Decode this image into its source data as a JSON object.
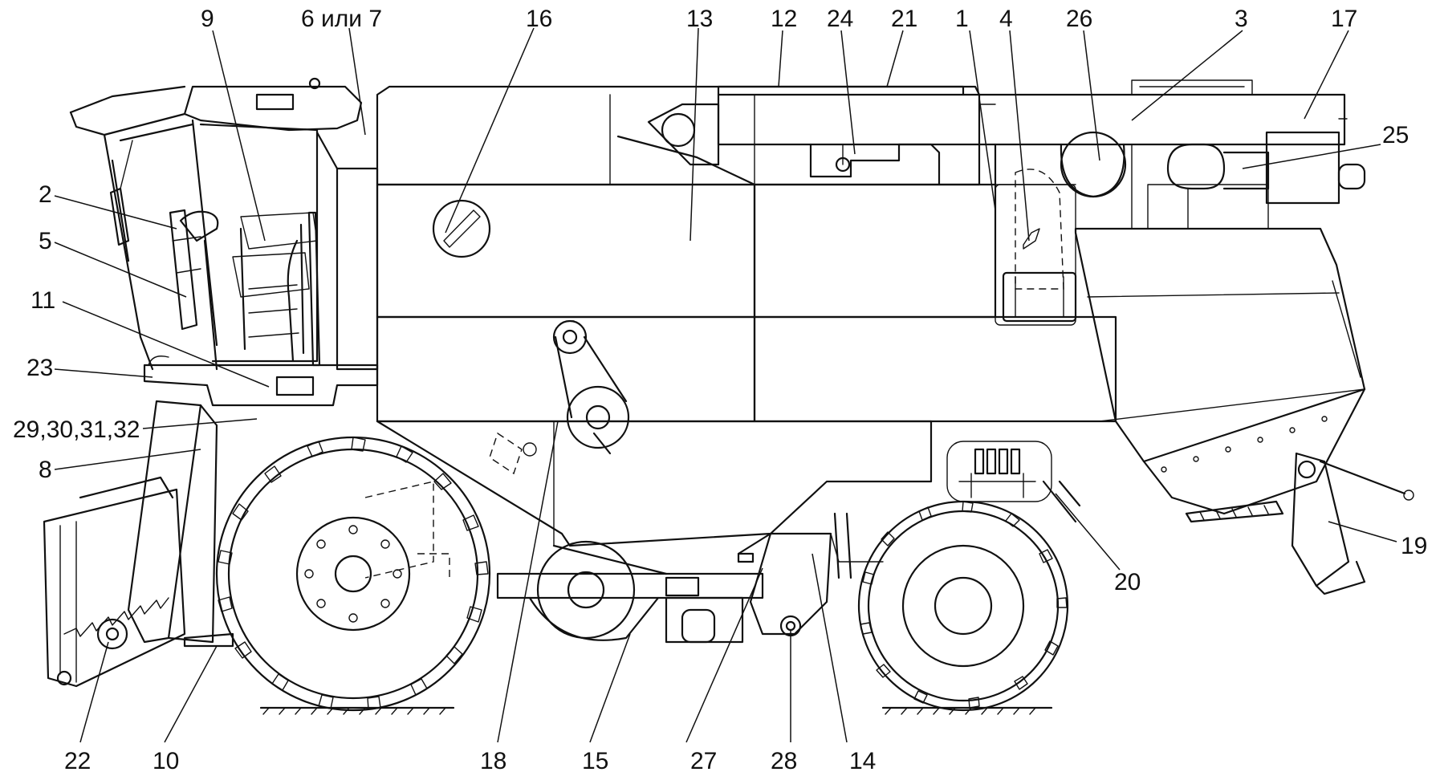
{
  "callouts": [
    {
      "id": "9",
      "text": "9"
    },
    {
      "id": "6or7",
      "text": "6 или 7"
    },
    {
      "id": "16",
      "text": "16"
    },
    {
      "id": "13",
      "text": "13"
    },
    {
      "id": "12",
      "text": "12"
    },
    {
      "id": "24",
      "text": "24"
    },
    {
      "id": "21",
      "text": "21"
    },
    {
      "id": "1",
      "text": "1"
    },
    {
      "id": "4",
      "text": "4"
    },
    {
      "id": "26",
      "text": "26"
    },
    {
      "id": "3",
      "text": "3"
    },
    {
      "id": "17",
      "text": "17"
    },
    {
      "id": "25",
      "text": "25"
    },
    {
      "id": "2",
      "text": "2"
    },
    {
      "id": "5",
      "text": "5"
    },
    {
      "id": "11",
      "text": "11"
    },
    {
      "id": "23",
      "text": "23"
    },
    {
      "id": "29to32",
      "text": "29,30,31,32"
    },
    {
      "id": "8",
      "text": "8"
    },
    {
      "id": "20",
      "text": "20"
    },
    {
      "id": "19",
      "text": "19"
    },
    {
      "id": "22",
      "text": "22"
    },
    {
      "id": "10",
      "text": "10"
    },
    {
      "id": "18",
      "text": "18"
    },
    {
      "id": "15",
      "text": "15"
    },
    {
      "id": "27",
      "text": "27"
    },
    {
      "id": "28",
      "text": "28"
    },
    {
      "id": "14",
      "text": "14"
    }
  ]
}
